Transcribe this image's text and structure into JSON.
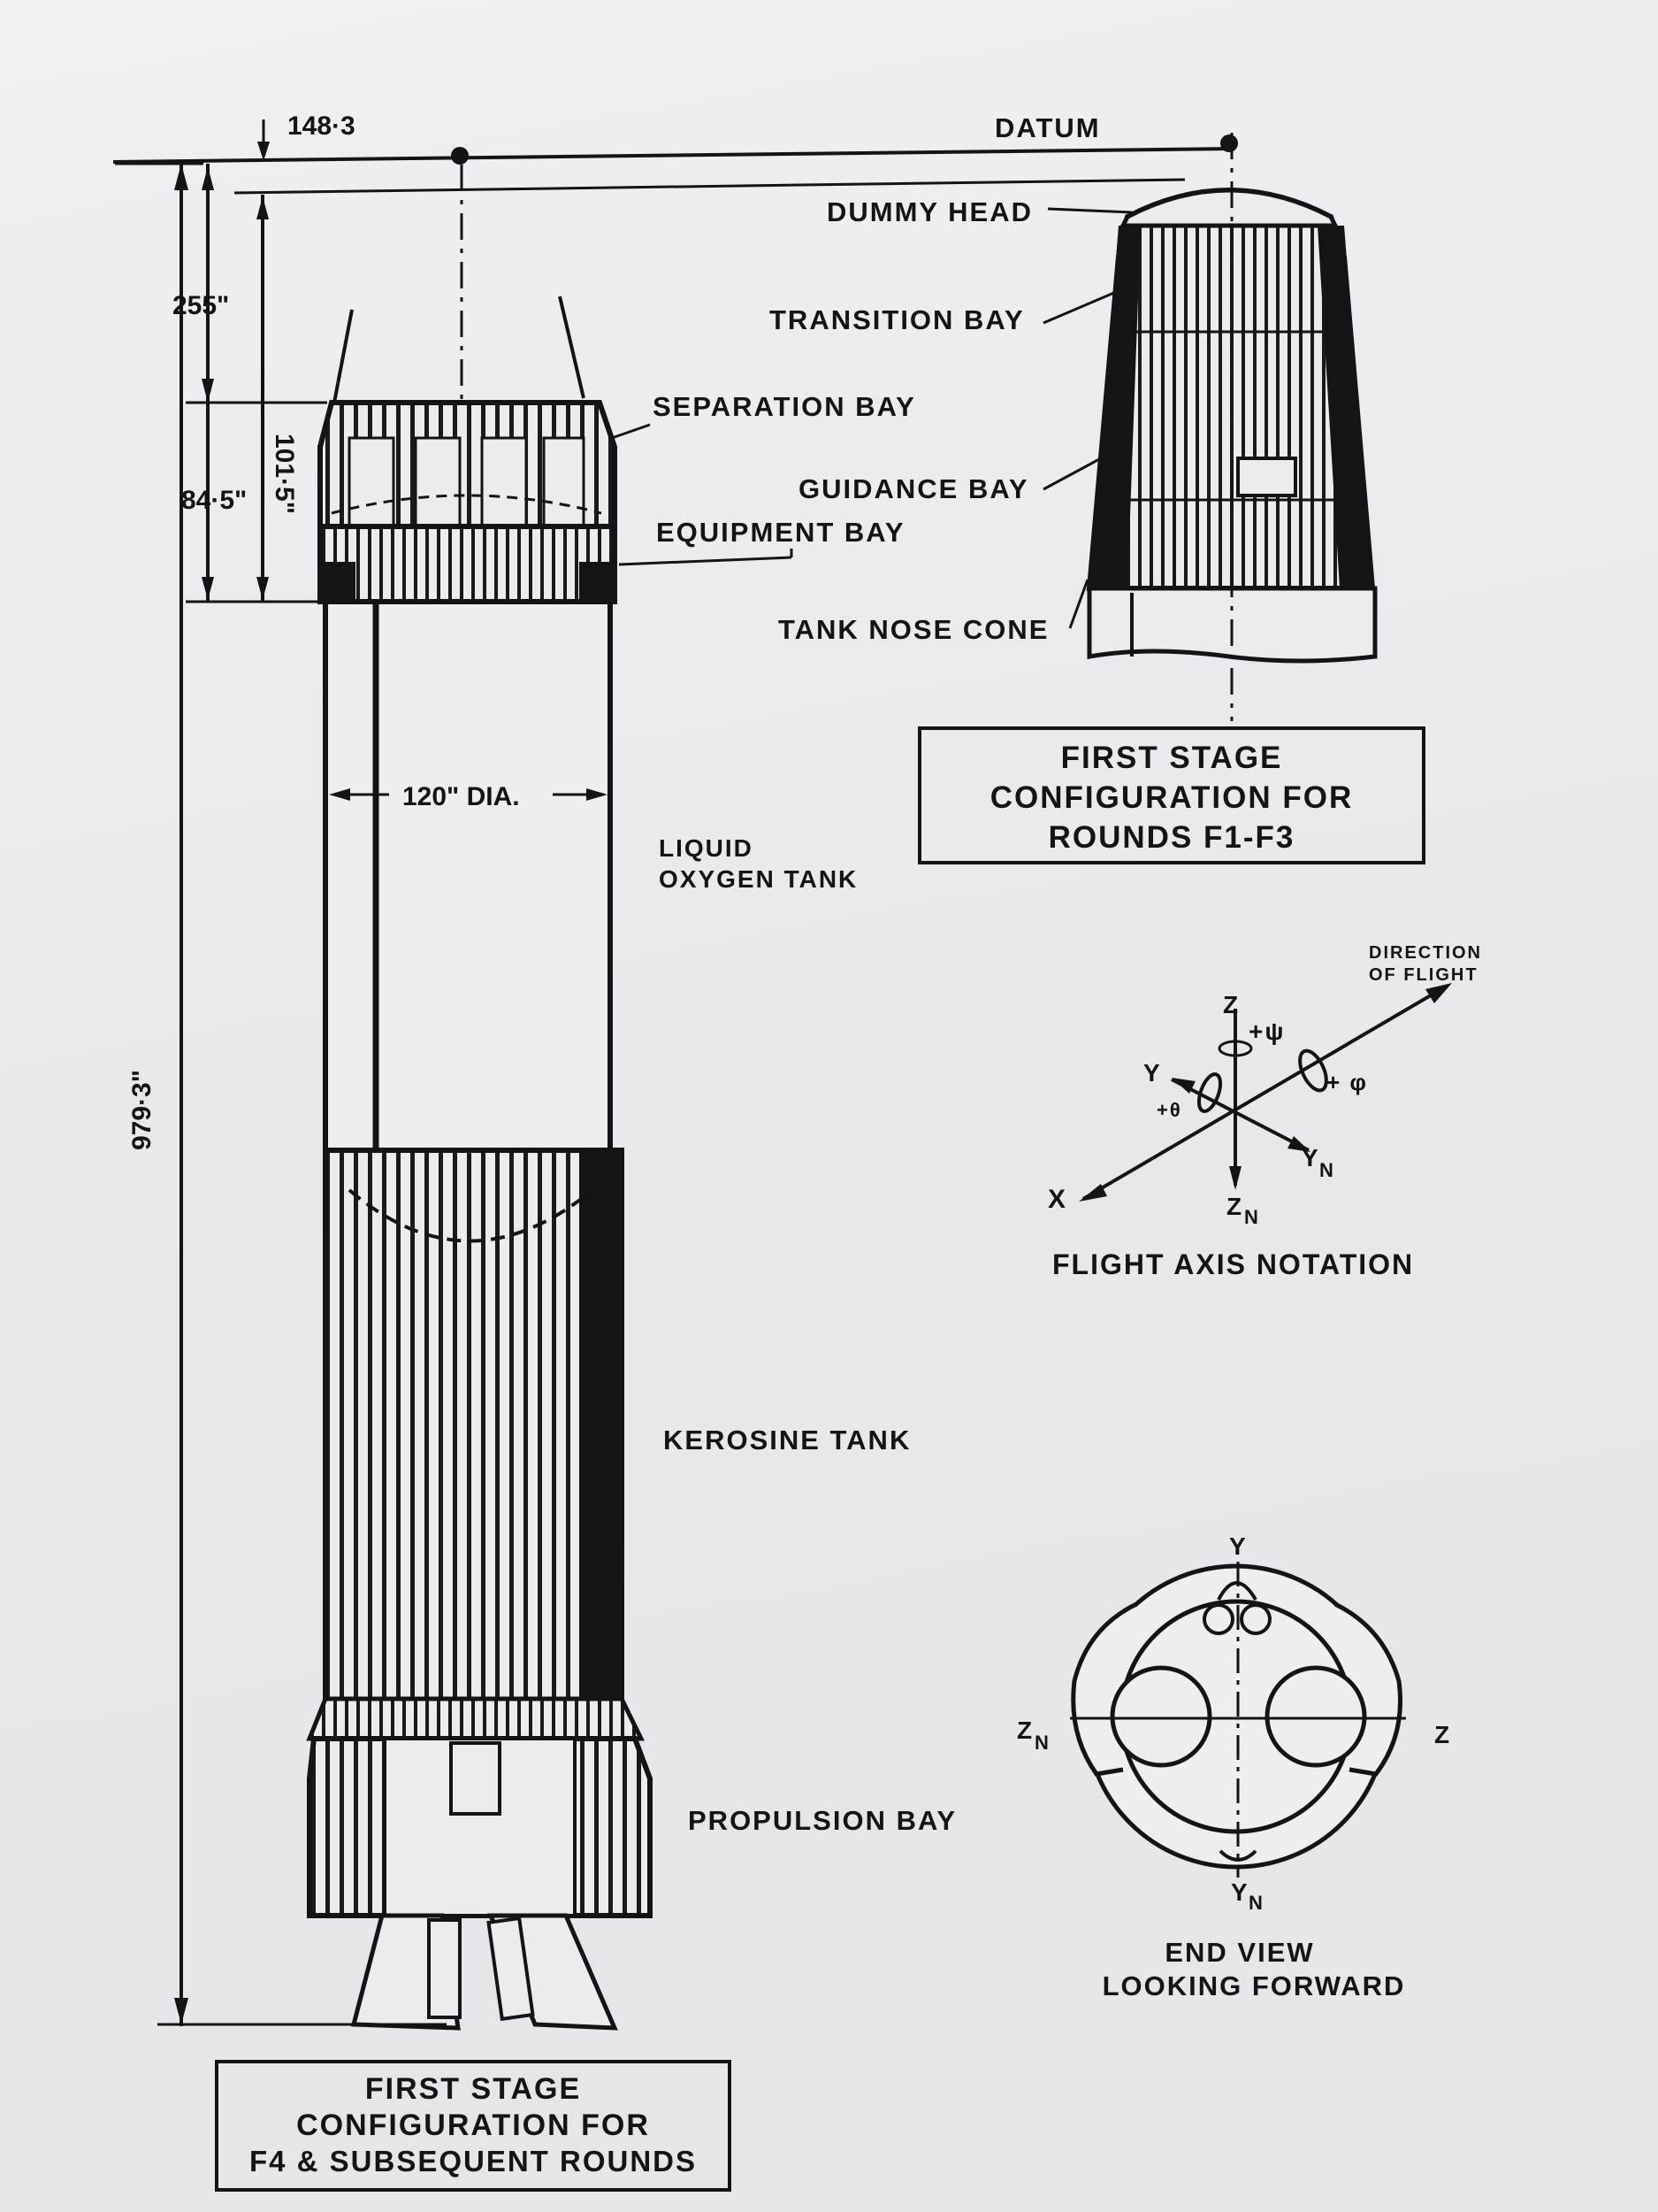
{
  "dimensions": {
    "top_offset": "148·3",
    "top_section": "255\"",
    "separation_height": "101·5\"",
    "equipment_height": "84·5\"",
    "overall_length": "979·3\"",
    "diameter": "120\" DIA."
  },
  "labels": {
    "datum": "DATUM",
    "dummy_head": "DUMMY HEAD",
    "transition_bay": "TRANSITION BAY",
    "separation_bay": "SEPARATION BAY",
    "guidance_bay": "GUIDANCE BAY",
    "equipment_bay": "EQUIPMENT BAY",
    "tank_nose_cone": "TANK NOSE CONE",
    "liquid_oxygen_1": "LIQUID",
    "liquid_oxygen_2": "OXYGEN TANK",
    "kerosine_tank": "KEROSINE TANK",
    "propulsion_bay": "PROPULSION BAY"
  },
  "captions": {
    "f1_f3": [
      "FIRST STAGE",
      "CONFIGURATION FOR",
      "ROUNDS F1-F3"
    ],
    "f4": [
      "FIRST STAGE",
      "CONFIGURATION FOR",
      "F4 & SUBSEQUENT ROUNDS"
    ]
  },
  "axis_notation": {
    "title": "FLIGHT AXIS NOTATION",
    "direction_1": "DIRECTION",
    "direction_2": "OF FLIGHT",
    "z": "Z",
    "y": "Y",
    "x": "X",
    "yn": "Y",
    "zn": "Z",
    "sub_n": "N",
    "psi": "+ψ",
    "phi": "+ φ",
    "theta": "+θ"
  },
  "end_view": {
    "title_1": "END VIEW",
    "title_2": "LOOKING FORWARD",
    "y": "Y",
    "yn": "Y",
    "z": "Z",
    "zn": "Z",
    "sub_n": "N"
  }
}
